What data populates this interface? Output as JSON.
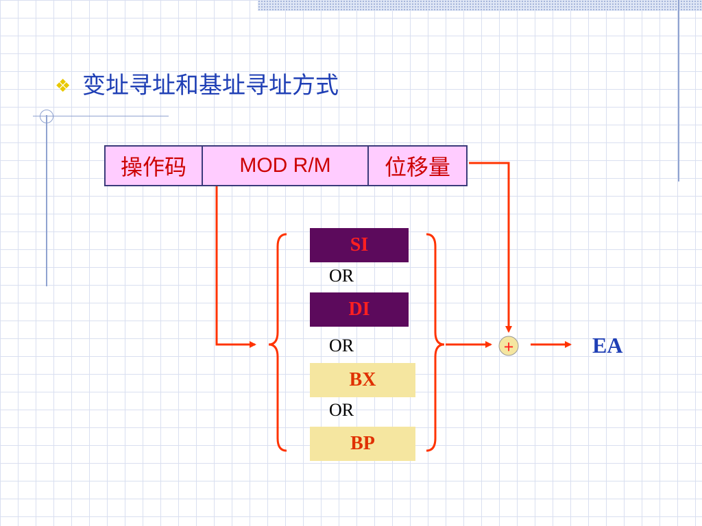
{
  "slide": {
    "bullet": "❖",
    "title": "变址寻址和基址寻址方式"
  },
  "instruction_format": {
    "opcode": "操作码",
    "modrm": "MOD  R/M",
    "displacement": "位移量"
  },
  "registers": [
    {
      "label": "SI",
      "style": "dark"
    },
    {
      "label": "DI",
      "style": "dark"
    },
    {
      "label": "BX",
      "style": "light"
    },
    {
      "label": "BP",
      "style": "light"
    }
  ],
  "or_labels": [
    "OR",
    "OR",
    "OR"
  ],
  "adder": {
    "symbol": "+"
  },
  "result": {
    "label": "EA"
  },
  "colors": {
    "arrow": "#ff3300",
    "title": "#1f3fb5",
    "instruction_bg": "#ffccff",
    "register_dark": "#5c0a5c",
    "register_light": "#f5e6a0",
    "adder_bg": "#f5e6a0"
  }
}
